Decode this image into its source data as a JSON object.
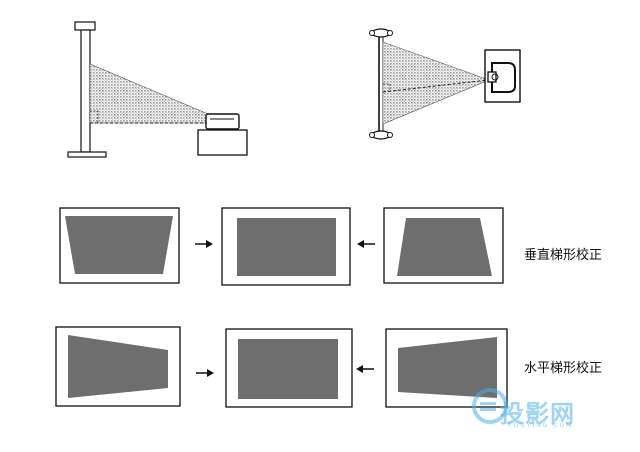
{
  "labels": {
    "vertical_keystone": "垂直梯形校正",
    "horizontal_keystone": "水平梯形校正"
  },
  "watermark": {
    "text": "投影网",
    "subtext": "TOUYING.COM",
    "color": "#4fb3e8"
  },
  "colors": {
    "line": "#111111",
    "image_fill": "#6e6e6e",
    "beam_fill": "#c8c8c8"
  }
}
